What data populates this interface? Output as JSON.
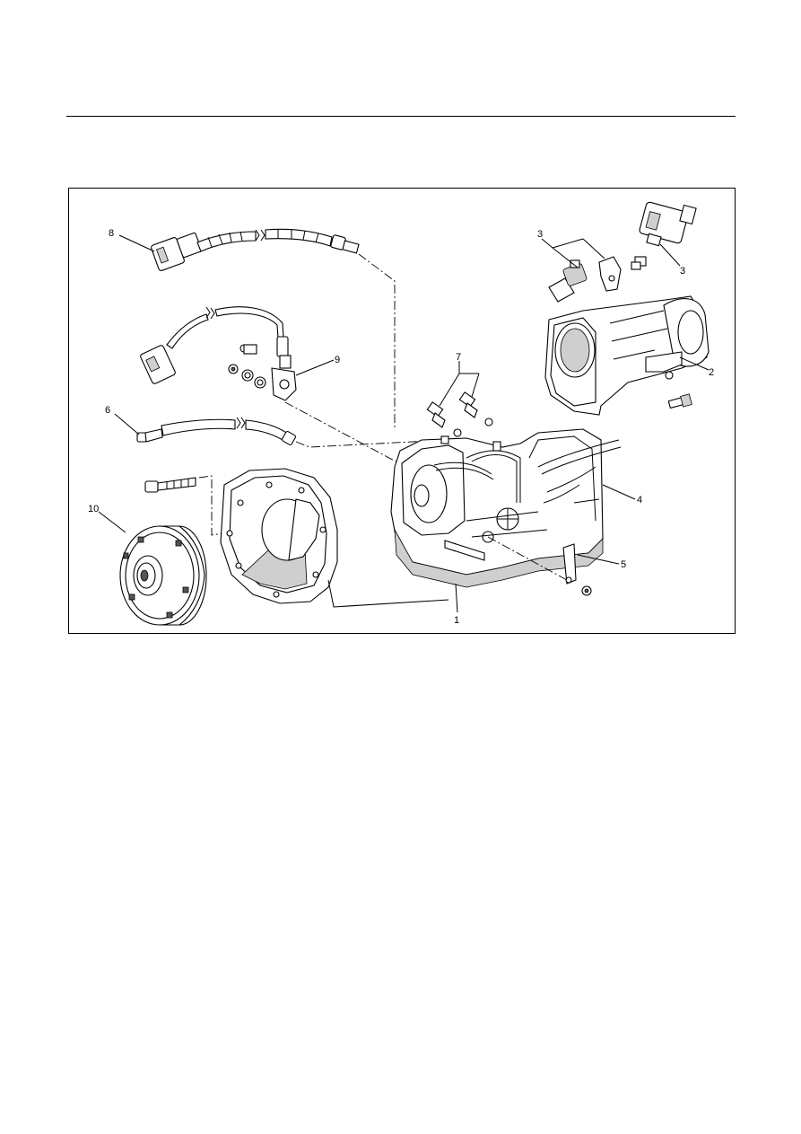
{
  "diagram": {
    "callouts": {
      "c1": "1",
      "c2": "2",
      "c3a": "3",
      "c3b": "3",
      "c4": "4",
      "c5": "5",
      "c6": "6",
      "c7": "7",
      "c8": "8",
      "c9": "9",
      "c10": "10"
    }
  }
}
